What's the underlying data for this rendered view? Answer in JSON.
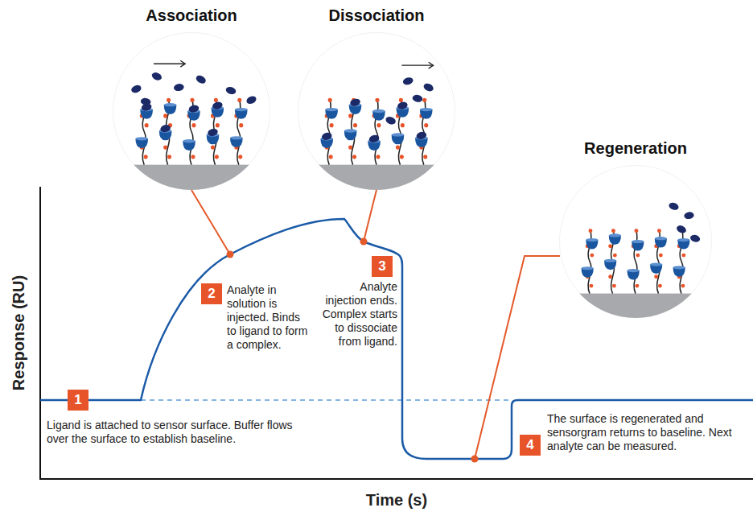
{
  "diagram": {
    "nodes": [
      {
        "text": [
          "Association"
        ]
      },
      {
        "text": [
          "Dissociation"
        ]
      },
      {
        "text": [
          "Regeneration"
        ]
      },
      {
        "text": [
          "1"
        ]
      },
      {
        "text": [
          "2"
        ]
      },
      {
        "text": [
          "3"
        ]
      },
      {
        "text": [
          "4"
        ]
      }
    ],
    "labels": [
      "Ligand is attached to sensor surface. Buffer flows over the surface to establish baseline.",
      "Analyte in solution is injected. Binds to ligand to form a complex.",
      "Analyte injection ends. Complex starts to dissociate from ligand.",
      "The surface is regenerated and sensorgram returns to baseline. Next analyte can be measured.",
      "Response (RU)",
      "Time (s)"
    ]
  }
}
